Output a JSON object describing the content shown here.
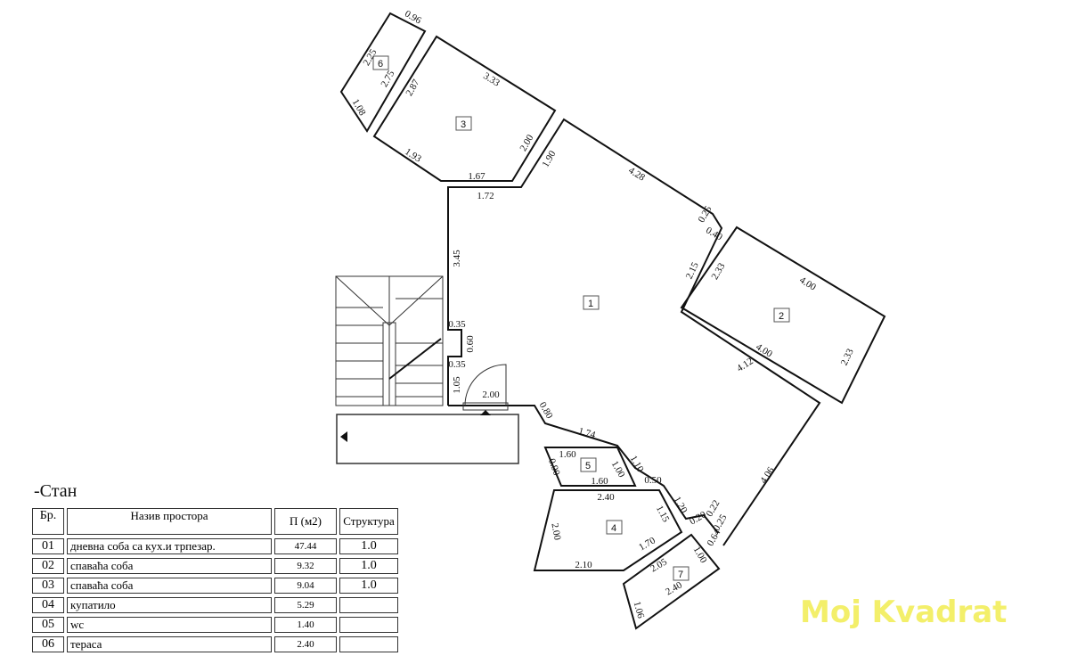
{
  "rooms": [
    "1",
    "2",
    "3",
    "4",
    "5",
    "6",
    "7"
  ],
  "dimensions": [
    "0.96",
    "2.25",
    "2.75",
    "1.08",
    "2.87",
    "3.33",
    "1.93",
    "1.67",
    "2.00",
    "1.90",
    "1.72",
    "4.28",
    "0.25",
    "0.40",
    "2.15",
    "2.33",
    "4.00",
    "4.00",
    "2.33",
    "4.12",
    "4.06",
    "3.45",
    "0.35",
    "0.60",
    "0.35",
    "1.05",
    "2.00",
    "0.80",
    "1.74",
    "1.10",
    "0.50",
    "1.20",
    "0.20",
    "0.22",
    "0.25",
    "0.64",
    "1.60",
    "0.90",
    "1.00",
    "1.60",
    "2.40",
    "2.00",
    "1.15",
    "1.70",
    "2.10",
    "2.05",
    "1.00",
    "2.40",
    "1.06"
  ],
  "table": {
    "title": "-Стан",
    "headers": [
      "Бр.",
      "Назив простора",
      "П (м2)",
      "Структура"
    ],
    "rows": [
      [
        "01",
        "дневна соба са кух.и трпезар.",
        "47.44",
        "1.0"
      ],
      [
        "02",
        "спаваћа соба",
        "9.32",
        "1.0"
      ],
      [
        "03",
        "спаваћа соба",
        "9.04",
        "1.0"
      ],
      [
        "04",
        "купатило",
        "5.29",
        ""
      ],
      [
        "05",
        "wc",
        "1.40",
        ""
      ],
      [
        "06",
        "тераса",
        "2.40",
        ""
      ]
    ]
  },
  "watermark": "Moj Kvadrat",
  "colors": {
    "lines": "#111111",
    "watermark": "#f3ef6a"
  }
}
